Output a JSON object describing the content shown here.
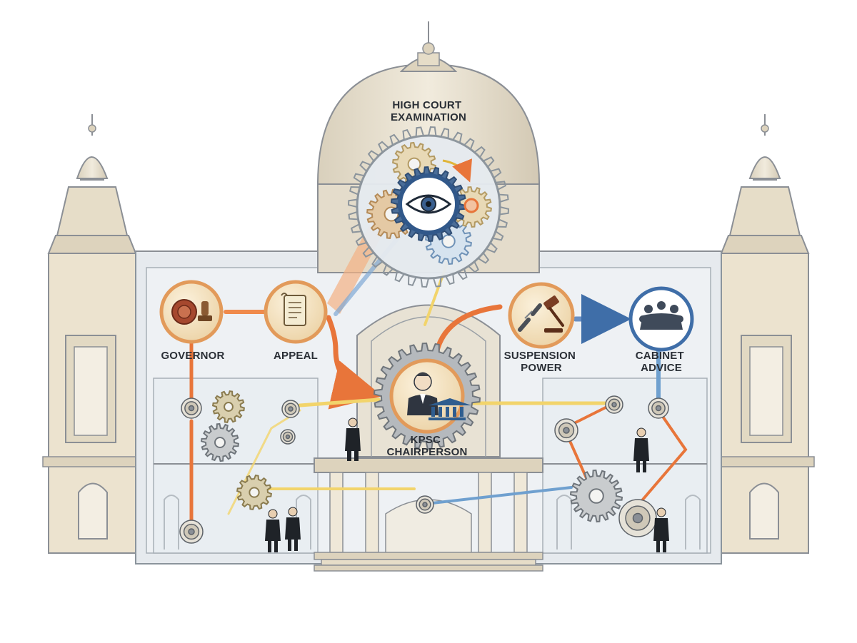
{
  "nodes": {
    "high_court": {
      "label_lines": [
        "HIGH COURT",
        "EXAMINATION"
      ]
    },
    "governor": {
      "label": "GOVERNOR"
    },
    "appeal": {
      "label": "APPEAL"
    },
    "kpsc": {
      "label_lines": [
        "KPSC",
        "CHAIRPERSON"
      ]
    },
    "suspension": {
      "label_lines": [
        "SUSPENSION",
        "POWER"
      ]
    },
    "cabinet": {
      "label_lines": [
        "CABINET",
        "ADVICE"
      ]
    }
  },
  "colors": {
    "orange_belt": "#f08a4b",
    "yellow_belt": "#f2d46b",
    "blue_belt": "#6fa0cf",
    "gear": "#9aa0a6",
    "node_fill": "#f6e4c4",
    "node_ring": "#e29a5a",
    "cabinet_ring": "#3f6ea8",
    "building": "#ece3cf"
  },
  "icons": [
    "eye-icon",
    "seal-stamp-icon",
    "scroll-icon",
    "broken-chain-gavel-icon",
    "meeting-group-icon",
    "judge-bust-icon",
    "court-building-icon"
  ]
}
